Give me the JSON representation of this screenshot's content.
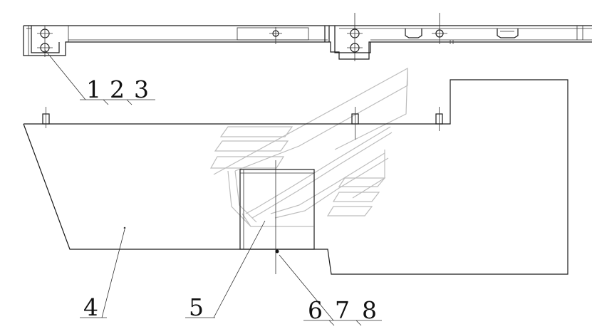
{
  "diagram": {
    "callouts": {
      "c1": "1",
      "c2": "2",
      "c3": "3",
      "c4": "4",
      "c5": "5",
      "c6": "6",
      "c7": "7",
      "c8": "8"
    },
    "colors": {
      "line": "#1a1a1a",
      "watermark": "#bdbdbd",
      "background": "#ffffff"
    }
  }
}
